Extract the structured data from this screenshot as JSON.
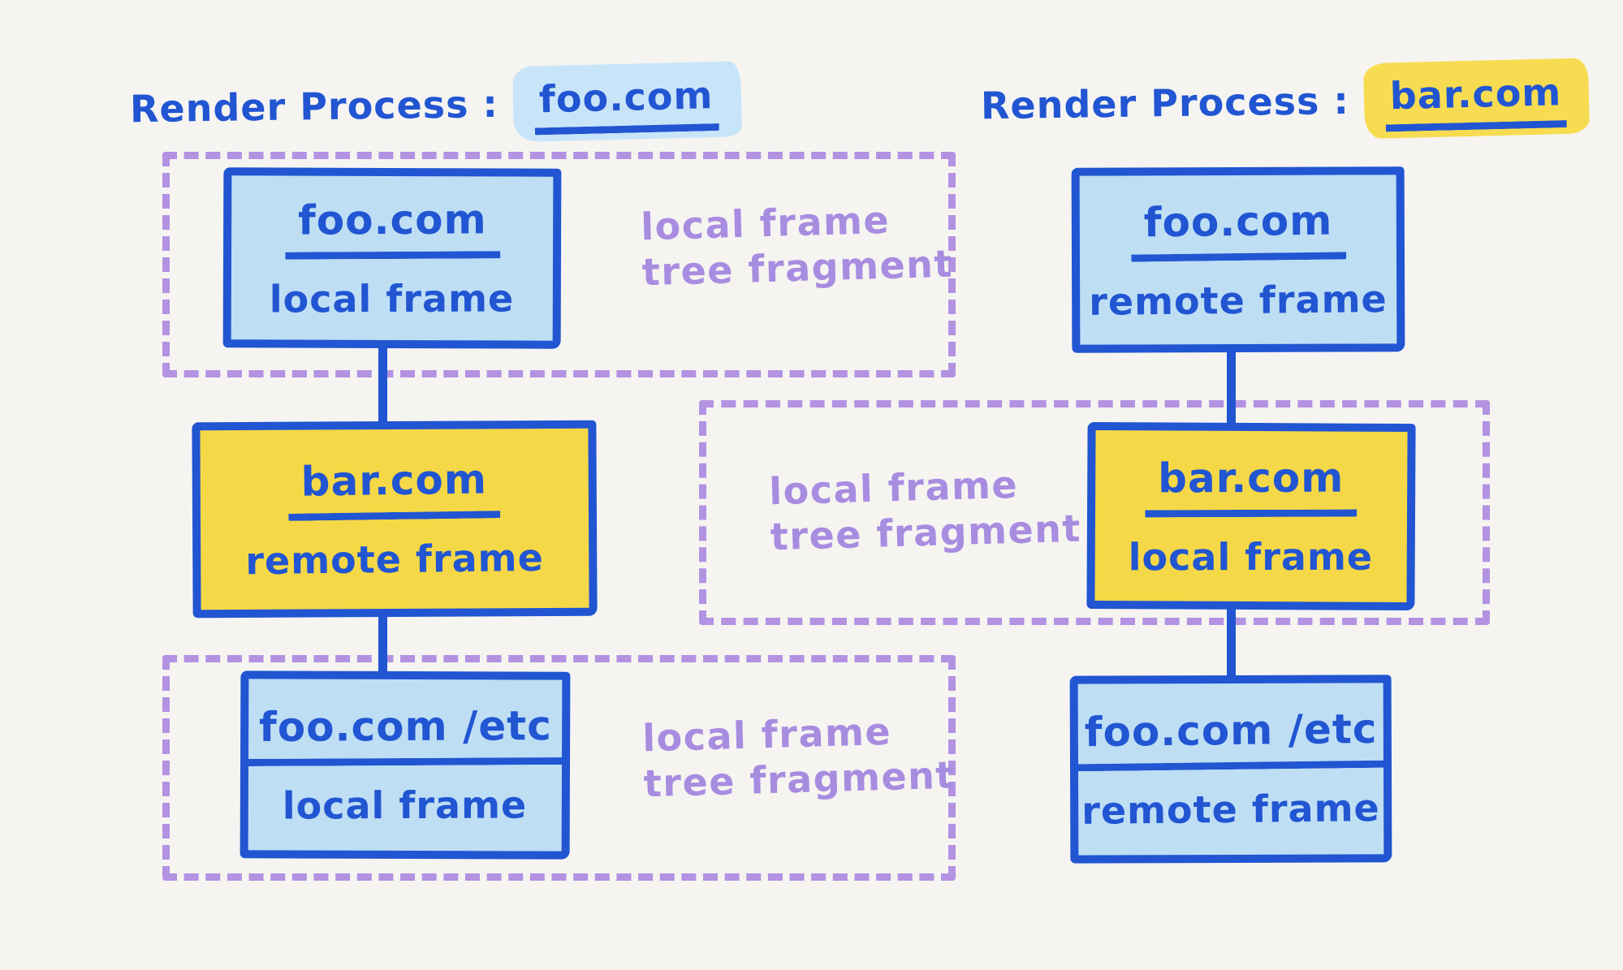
{
  "colors": {
    "background": "#f5f4f1",
    "ink_blue": "#2155d2",
    "box_blue_fill": "#bedef4",
    "box_yellow_fill": "#f5d847",
    "highlight_blue": "#c8e4f8",
    "highlight_yellow": "#f7dc52",
    "purple_dash": "#b392e2",
    "purple_text": "#a88ce0"
  },
  "titles": {
    "left": {
      "prefix": "Render Process :",
      "domain": "foo.com"
    },
    "right": {
      "prefix": "Render Process :",
      "domain": "bar.com"
    }
  },
  "labels": {
    "fragment": {
      "line1": "local frame",
      "line2": "tree fragment"
    }
  },
  "nodes": {
    "left_root": {
      "domain": "foo.com",
      "frame": "local frame"
    },
    "left_mid": {
      "domain": "bar.com",
      "frame": "remote frame"
    },
    "left_leaf": {
      "domain": "foo.com /etc",
      "frame": "local frame"
    },
    "right_root": {
      "domain": "foo.com",
      "frame": "remote frame"
    },
    "right_mid": {
      "domain": "bar.com",
      "frame": "local frame"
    },
    "right_leaf": {
      "domain": "foo.com /etc",
      "frame": "remote frame"
    }
  }
}
